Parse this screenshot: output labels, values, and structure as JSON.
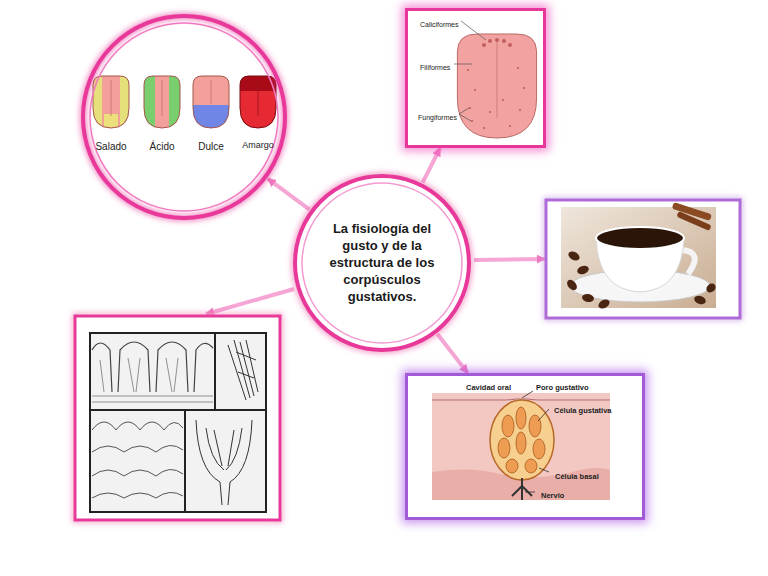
{
  "diagram": {
    "nodes": [
      {
        "text": [
          "La fisiología del gusto y de la estructura de los corpúsculos gustativos."
        ]
      },
      {
        "text": [
          "Salado",
          "Ácido",
          "Dulce",
          "Amargo"
        ]
      },
      {
        "text": [
          "Caliciformes",
          "Filiformes",
          "Fungiformes"
        ]
      },
      {
        "text": [
          "Cavidad oral",
          "Poro gustativo",
          "Célula gustativa",
          "Célula basal",
          "Nervio"
        ]
      }
    ],
    "edges": [
      {
        "from": 0,
        "to": 1,
        "arrow": "to"
      },
      {
        "from": 0,
        "to": 2,
        "arrow": "to"
      },
      {
        "from": 0,
        "to": 3,
        "arrow": "to"
      }
    ]
  }
}
